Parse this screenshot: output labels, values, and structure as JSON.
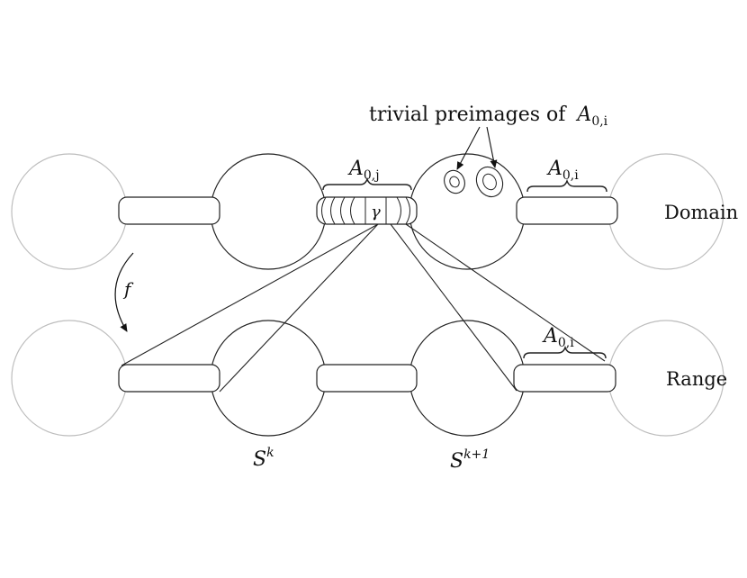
{
  "labels": {
    "trivial": "trivial preimages of",
    "A_var": "A",
    "A0j_sub": "0,j",
    "A0i_sub": "0,i",
    "gamma": "γ",
    "domain": "Domain",
    "range": "Range",
    "f": "f",
    "S": "S",
    "Sk_sup": "k",
    "Sk1_sup": "k+1"
  },
  "colors": {
    "stroke": "#222222",
    "faint": "#bdbdbd",
    "text": "#111111"
  }
}
